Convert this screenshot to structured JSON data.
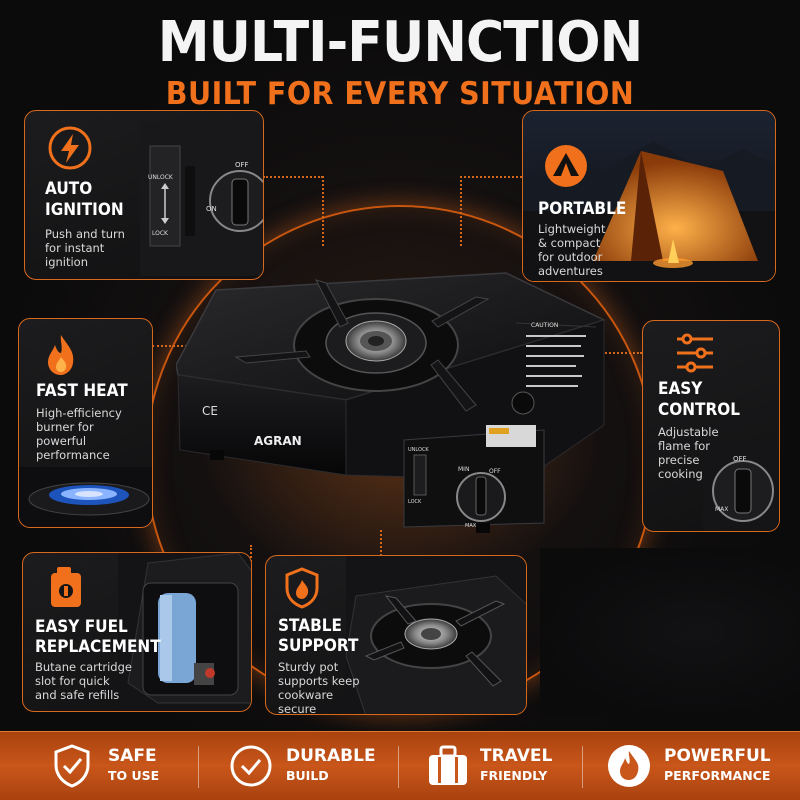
{
  "header": {
    "title": "MULTI-FUNCTION",
    "subtitle": "BUILT FOR EVERY SITUATION"
  },
  "colors": {
    "accent": "#f0701c",
    "background": "#0b0b0c",
    "panel_border": "#d8681c",
    "bar": "#c9561a"
  },
  "product": {
    "brand": "AGRAN",
    "ce_mark": "CE",
    "caution_label": "CAUTION",
    "knob_off": "OFF",
    "knob_min": "MIN",
    "knob_max": "MAX",
    "lock_unlock": "UNLOCK",
    "lock_lock": "LOCK"
  },
  "features": {
    "auto_ignition": {
      "title1": "AUTO",
      "title2": "IGNITION",
      "desc1": "Push and turn",
      "desc2": "for instant",
      "desc3": "ignition",
      "icon": "lightning-icon",
      "knob_off": "OFF",
      "knob_on": "ON",
      "lock_unlock": "UNLOCK",
      "lock_lock": "LOCK"
    },
    "portable": {
      "title": "PORTABLE",
      "desc1": "Lightweight",
      "desc2": "& compact",
      "desc3": "for outdoor",
      "desc4": "adventures",
      "icon": "tent-icon"
    },
    "fast_heat": {
      "title": "FAST HEAT",
      "desc1": "High-efficiency",
      "desc2": "burner for",
      "desc3": "powerful",
      "desc4": "performance",
      "icon": "flame-icon"
    },
    "easy_control": {
      "title1": "EASY",
      "title2": "CONTROL",
      "desc1": "Adjustable",
      "desc2": "flame for",
      "desc3": "precise",
      "desc4": "cooking",
      "icon": "sliders-icon",
      "knob_off": "OFF",
      "knob_max": "MAX"
    },
    "easy_fuel": {
      "title1": "EASY FUEL",
      "title2": "REPLACEMENT",
      "desc1": "Butane cartridge",
      "desc2": "slot for quick",
      "desc3": "and safe refills",
      "icon": "fuel-can-icon"
    },
    "stable_support": {
      "title1": "STABLE",
      "title2": "SUPPORT",
      "desc1": "Sturdy pot",
      "desc2": "supports keep",
      "desc3": "cookware",
      "desc4": "secure",
      "icon": "shield-icon"
    }
  },
  "bottom_bar": [
    {
      "line1": "SAFE",
      "line2": "TO USE",
      "icon": "shield-check-icon"
    },
    {
      "line1": "DURABLE",
      "line2": "BUILD",
      "icon": "check-circle-icon"
    },
    {
      "line1": "TRAVEL",
      "line2": "FRIENDLY",
      "icon": "suitcase-icon"
    },
    {
      "line1": "POWERFUL",
      "line2": "PERFORMANCE",
      "icon": "flame-badge-icon"
    }
  ]
}
